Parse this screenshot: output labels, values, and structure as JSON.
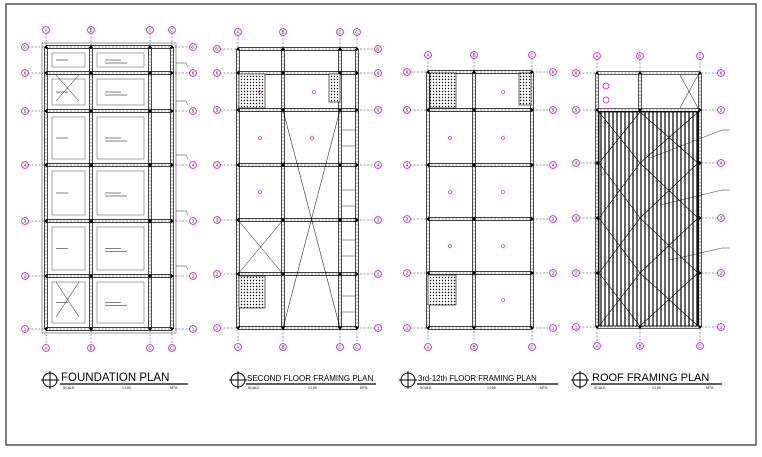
{
  "colors": {
    "line": "#000000",
    "grid_bubble": "#c000c0",
    "hatch": "#000000",
    "background": "#ffffff"
  },
  "column_letters_3col": [
    "A",
    "B",
    "C"
  ],
  "column_letters_4col": [
    "A",
    "B",
    "C",
    "C'"
  ],
  "row_numbers": [
    "1",
    "2",
    "3",
    "4",
    "5",
    "6",
    "6'"
  ],
  "roof_top_bubble": "B'",
  "plans": [
    {
      "title": "FOUNDATION PLAN",
      "scale_label": "SCALE",
      "scale_value": "1:100",
      "units": "MTS."
    },
    {
      "title": "SECOND FLOOR FRAMING PLAN",
      "scale_label": "SCALE",
      "scale_value": "1:100",
      "units": "MTS."
    },
    {
      "title": "3rd-12th FLOOR FRAMING PLAN",
      "scale_label": "SCALE",
      "scale_value": "1:100",
      "units": "MTS."
    },
    {
      "title": "ROOF FRAMING PLAN",
      "scale_label": "SCALE",
      "scale_value": "1:100",
      "units": "MTS."
    }
  ]
}
